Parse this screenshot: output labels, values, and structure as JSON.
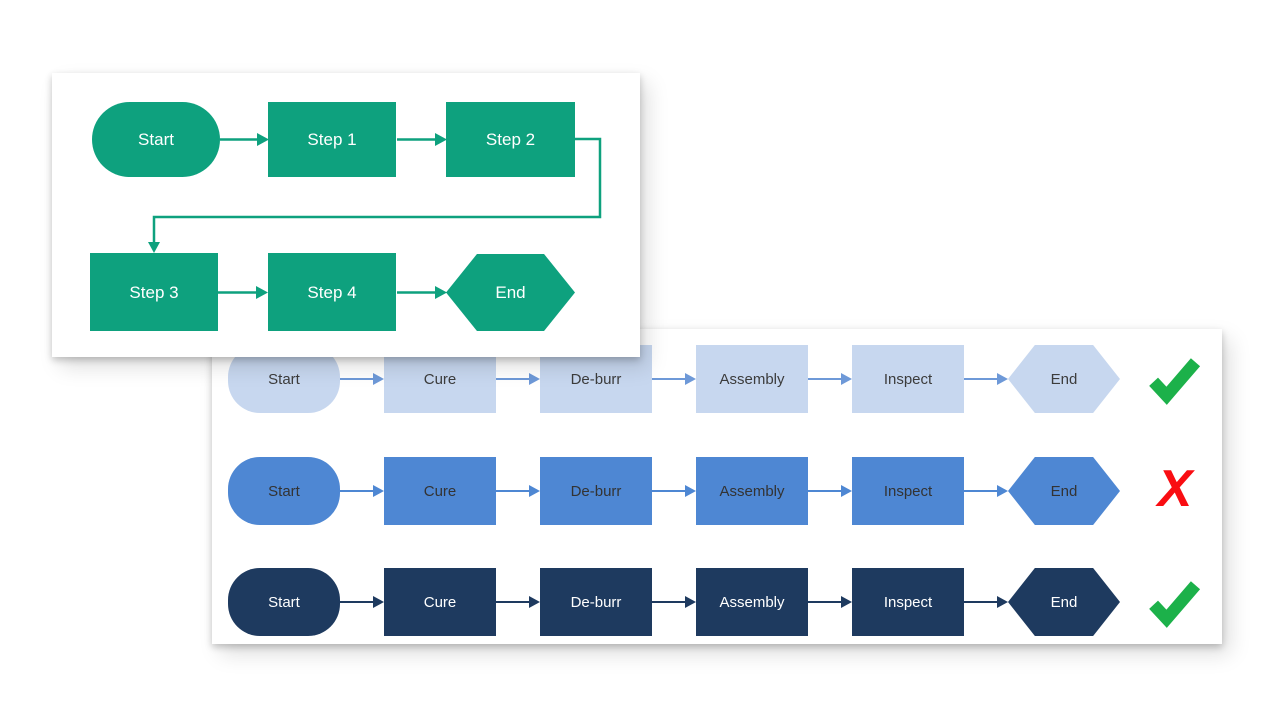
{
  "colors": {
    "green": "#0EA17E",
    "light_blue": "#C7D7EF",
    "light_arrow": "#6E99D8",
    "mid_blue": "#4E87D3",
    "navy": "#1E3A5F",
    "check_green": "#1CB14A",
    "x_red": "#F90D12",
    "dark_text": "#3C3C3C"
  },
  "card1": {
    "steps": [
      {
        "label": "Start",
        "shape": "stadium"
      },
      {
        "label": "Step 1",
        "shape": "rect"
      },
      {
        "label": "Step 2",
        "shape": "rect"
      },
      {
        "label": "Step 3",
        "shape": "rect"
      },
      {
        "label": "Step 4",
        "shape": "rect"
      },
      {
        "label": "End",
        "shape": "hexagon"
      }
    ]
  },
  "card2": {
    "step_labels": [
      "Start",
      "Cure",
      "De-burr",
      "Assembly",
      "Inspect",
      "End"
    ],
    "rows": [
      {
        "tone": "light",
        "result": "check"
      },
      {
        "tone": "medium",
        "result": "x"
      },
      {
        "tone": "dark",
        "result": "check"
      }
    ],
    "result_marks": {
      "check": "check-icon",
      "x": "x-icon"
    }
  }
}
